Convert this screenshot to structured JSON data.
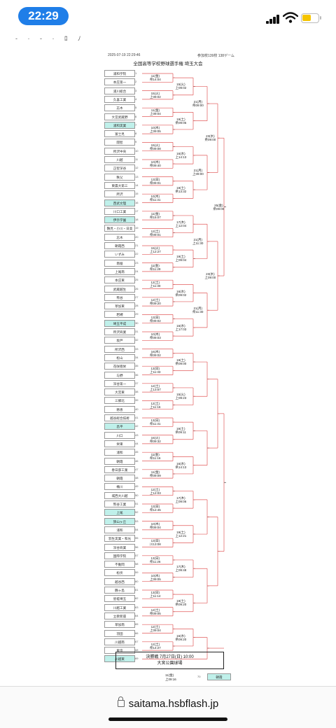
{
  "status_bar": {
    "time": "22:29"
  },
  "document": {
    "timestamp": "2025-07-19 22:29:46",
    "count": "参加校139校 138ゲーム",
    "title": "全国高等学校野球選手権 埼玉大会"
  },
  "teams": [
    {
      "name": "浦和学院",
      "highlight": false
    },
    {
      "name": "本庄第一",
      "highlight": false
    },
    {
      "name": "浦川総合",
      "highlight": false
    },
    {
      "name": "久喜工業",
      "highlight": false
    },
    {
      "name": "志木",
      "highlight": false
    },
    {
      "name": "大宮武蔵野",
      "highlight": false
    },
    {
      "name": "浦和実業",
      "highlight": true
    },
    {
      "name": "富士見",
      "highlight": false
    },
    {
      "name": "開智",
      "highlight": false
    },
    {
      "name": "所沢中央",
      "highlight": false
    },
    {
      "name": "川越",
      "highlight": false
    },
    {
      "name": "正智深谷",
      "highlight": false
    },
    {
      "name": "秩父",
      "highlight": false
    },
    {
      "name": "東農大第三",
      "highlight": false
    },
    {
      "name": "所沢",
      "highlight": false
    },
    {
      "name": "西武文理",
      "highlight": true
    },
    {
      "name": "川口工業",
      "highlight": false
    },
    {
      "name": "伊奈学園",
      "highlight": true
    },
    {
      "name": "鶴見・小川・日高",
      "highlight": false
    },
    {
      "name": "志木",
      "highlight": false
    },
    {
      "name": "朝霞西",
      "highlight": false
    },
    {
      "name": "いずみ",
      "highlight": false
    },
    {
      "name": "南稜",
      "highlight": false
    },
    {
      "name": "上尾南",
      "highlight": false
    },
    {
      "name": "本庄東",
      "highlight": false
    },
    {
      "name": "武蔵越生",
      "highlight": false
    },
    {
      "name": "熊谷",
      "highlight": false
    },
    {
      "name": "草加東",
      "highlight": false
    },
    {
      "name": "岩槻",
      "highlight": false
    },
    {
      "name": "埼玉平成",
      "highlight": true
    },
    {
      "name": "所沢商業",
      "highlight": false
    },
    {
      "name": "坂戸",
      "highlight": false
    },
    {
      "name": "所沢西",
      "highlight": false
    },
    {
      "name": "松山",
      "highlight": false
    },
    {
      "name": "花咲徳栄",
      "highlight": false
    },
    {
      "name": "与野",
      "highlight": false
    },
    {
      "name": "深谷第一",
      "highlight": false
    },
    {
      "name": "大宮東",
      "highlight": false
    },
    {
      "name": "三郷北",
      "highlight": false
    },
    {
      "name": "慈恵",
      "highlight": false
    },
    {
      "name": "越谷総合技術",
      "highlight": false
    },
    {
      "name": "昌平",
      "highlight": true
    },
    {
      "name": "川口",
      "highlight": false
    },
    {
      "name": "栄東",
      "highlight": false
    },
    {
      "name": "浦和",
      "highlight": false
    },
    {
      "name": "朝霞",
      "highlight": false
    },
    {
      "name": "春日部工業",
      "highlight": false
    },
    {
      "name": "朝霞",
      "highlight": false
    },
    {
      "name": "桶川",
      "highlight": false
    },
    {
      "name": "城西大川越",
      "highlight": false
    },
    {
      "name": "熊谷工業",
      "highlight": false
    },
    {
      "name": "上尾",
      "highlight": true
    },
    {
      "name": "狭山ヶ丘",
      "highlight": true
    },
    {
      "name": "浦和",
      "highlight": false
    },
    {
      "name": "羽生実業・和光",
      "highlight": false
    },
    {
      "name": "深谷商業",
      "highlight": false
    },
    {
      "name": "国際学院",
      "highlight": false
    },
    {
      "name": "不動岡",
      "highlight": false
    },
    {
      "name": "松伏",
      "highlight": false
    },
    {
      "name": "越谷西",
      "highlight": false
    },
    {
      "name": "鶴ヶ島",
      "highlight": false
    },
    {
      "name": "星槎埼玉",
      "highlight": false
    },
    {
      "name": "川越工業",
      "highlight": false
    },
    {
      "name": "立教新座",
      "highlight": false
    },
    {
      "name": "草加南",
      "highlight": false
    },
    {
      "name": "羽田",
      "highlight": false
    },
    {
      "name": "川越南",
      "highlight": false
    },
    {
      "name": "東京",
      "highlight": false
    },
    {
      "name": "川越東",
      "highlight": true
    }
  ],
  "games_r1": [
    [
      "11(金)",
      "県14:04"
    ],
    [
      "15(火)",
      "上09:02"
    ],
    [
      "11(金)",
      "上09:04"
    ],
    [
      "10(木)",
      "上09:05"
    ],
    [
      "15(火)",
      "県09:08"
    ],
    [
      "10(木)",
      "県09:40"
    ],
    [
      "13(日)",
      "県09:01"
    ],
    [
      "10(木)",
      "県11:31"
    ],
    [
      "11(金)",
      "県15:07"
    ],
    [
      "12(土)",
      "県09:01"
    ],
    [
      "15(火)",
      "上12:27"
    ],
    [
      "11(金)",
      "県11:29"
    ],
    [
      "12(土)",
      "上11:30"
    ],
    [
      "12(土)",
      "県09:20"
    ],
    [
      "13(日)",
      "県09:02"
    ],
    [
      "10(木)",
      "県09:03"
    ],
    [
      "16(木)",
      "県09:02"
    ],
    [
      "13(日)",
      "上11:33"
    ],
    [
      "12(土)",
      "上13:57"
    ],
    [
      "12(土)",
      "上11:16"
    ],
    [
      "13(日)",
      "県11:31"
    ],
    [
      "15(火)",
      "県09:32"
    ],
    [
      "11(金)",
      "県11:16"
    ],
    [
      "11(金)",
      "県09:09"
    ],
    [
      "12(土)",
      "上12:03"
    ],
    [
      "13(日)",
      "県12:45"
    ],
    [
      "10(木)",
      "県09:04"
    ],
    [
      "13(日)",
      "川13:08"
    ],
    [
      "13(日)",
      "県11:26"
    ],
    [
      "10(木)",
      "上09:05"
    ],
    [
      "13(日)",
      "上11:14"
    ],
    [
      "12(土)",
      "県09:05"
    ],
    [
      "12(土)",
      "上09:04"
    ],
    [
      "12(土)",
      "県14:27"
    ],
    [
      "12(土)",
      "県12:42"
    ],
    [
      "13(日)",
      "県09:01"
    ],
    [
      "10(木)",
      "県12:13"
    ],
    [
      "13(日)",
      "県09:07"
    ],
    [
      "10(木)",
      "県11:44"
    ],
    [
      "10(木)",
      "県12:10"
    ],
    [
      "11(金)",
      "川11:19"
    ],
    [
      "11(金)",
      "上14:07"
    ]
  ],
  "games_r2": [
    [
      "15(火)",
      "上09:02"
    ],
    [
      "19(土)",
      "県09:05"
    ],
    [
      "16(水)",
      "上14:13"
    ],
    [
      "19(土)",
      "県13:32"
    ],
    [
      "17(木)",
      "上12:04"
    ],
    [
      "19(土)",
      "上09:04"
    ],
    [
      "16(水)",
      "県09:02"
    ],
    [
      "16(水)",
      "上17:03"
    ],
    [
      "19(土)",
      "県09:00"
    ],
    [
      "15(火)",
      "上09:23"
    ],
    [
      "19(土)",
      "県09:11"
    ],
    [
      "16(水)",
      "県14:13"
    ],
    [
      "17(木)",
      "上09:06"
    ],
    [
      "19(土)",
      "上12:21"
    ],
    [
      "17(木)",
      "上09:48"
    ],
    [
      "19(土)",
      "県09:20"
    ],
    [
      "16(水)",
      "県09:20"
    ],
    [
      "19(土)",
      "上09:05"
    ],
    [
      "15(火)",
      "県09:07"
    ]
  ],
  "games_r3": [
    [
      "21(月)",
      "県09:00"
    ],
    [
      "21(月)",
      "上09:00"
    ],
    [
      "21(月)",
      "上11:30"
    ],
    [
      "21(月)",
      "県11:30"
    ]
  ],
  "games_r4": [
    [
      "23(水)",
      "県09:00"
    ],
    [
      "23(水)",
      "上09:00"
    ]
  ],
  "games_r5": [
    [
      "25(金)",
      "県09:00"
    ]
  ],
  "final": {
    "line1": "決勝戦 7月27日(日) 10:00",
    "line2": "大宮公園球場"
  },
  "peek": {
    "game": "11(金)",
    "time": "上09:16",
    "seed": "70",
    "team": "朝霞"
  },
  "browser": {
    "url": "saitama.hsbflash.jp"
  },
  "colors": {
    "accent": "#1f7ee8",
    "bracket_line": "#e25a5a",
    "highlight": "#bff0ea"
  }
}
